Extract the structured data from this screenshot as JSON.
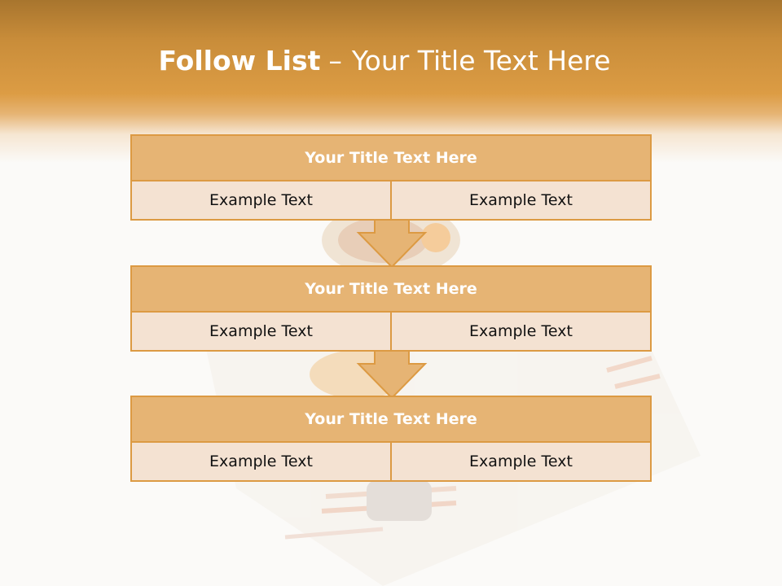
{
  "slide": {
    "title_bold": "Follow List",
    "title_separator": "–",
    "title_rest": "Your Title Text Here"
  },
  "steps": [
    {
      "title": "Your Title Text Here",
      "left": "Example Text",
      "right": "Example Text"
    },
    {
      "title": "Your Title Text Here",
      "left": "Example Text",
      "right": "Example Text"
    },
    {
      "title": "Your Title Text Here",
      "left": "Example Text",
      "right": "Example Text"
    }
  ],
  "colors": {
    "header_band": "#dc9c44",
    "box_border": "#dc9a43",
    "box_title_fill": "#e6b474",
    "box_cell_fill": "#f4e2d2",
    "title_text": "#ffffff"
  }
}
